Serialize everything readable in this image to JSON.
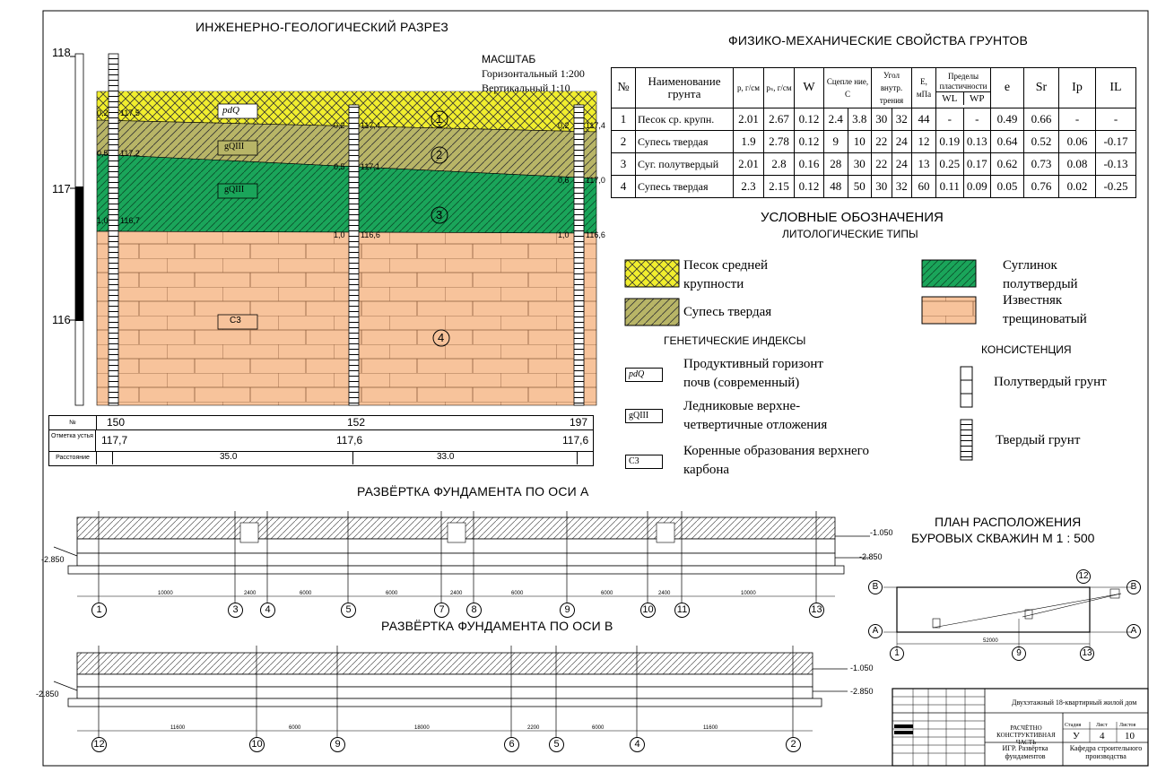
{
  "section": {
    "title": "ИНЖЕНЕРНО-ГЕОЛОГИЧЕСКИЙ РАЗРЕЗ",
    "scale_title": "МАСШТАБ",
    "scale_h": "Горизонтальный 1:200",
    "scale_v": "Вертикальный 1:10",
    "elev_labels": [
      "118",
      "117",
      "116"
    ],
    "boreholes": [
      {
        "id": "150",
        "elev": "117,7",
        "depths": [
          "0,2",
          "0,5",
          "1,0"
        ],
        "marks": [
          "117,5",
          "117,2",
          "116,7"
        ]
      },
      {
        "id": "152",
        "elev": "117,6",
        "depths": [
          "0,2",
          "0,5",
          "1,0"
        ],
        "marks": [
          "117,4",
          "117,1",
          "116,6"
        ]
      },
      {
        "id": "197",
        "elev": "117,6",
        "depths": [
          "0,2",
          "0,6",
          "1,0"
        ],
        "marks": [
          "117,4",
          "117,0",
          "116,6"
        ]
      }
    ],
    "layer_indices": [
      "pdQ",
      "gQIII",
      "gQIII",
      "C3"
    ],
    "layer_numbers": [
      "1",
      "2",
      "3",
      "4"
    ],
    "table_labels": {
      "num": "№",
      "elev": "Отметка устья",
      "dist": "Расстояние"
    },
    "distances": [
      "35.0",
      "33.0"
    ]
  },
  "props": {
    "title": "ФИЗИКО-МЕХАНИЧЕСКИЕ СВОЙСТВА ГРУНТОВ",
    "headers": [
      "№",
      "Наименование грунта",
      "p, г/см",
      "pₛ, г/см",
      "W",
      "Сцепле ние, С",
      "Угол внутр. трения",
      "E, мПа",
      "Пределы пластичности",
      "e",
      "Sr",
      "Ip",
      "IL"
    ],
    "plast_sub": [
      "WL",
      "WP"
    ],
    "rows": [
      [
        "1",
        "Песок ср. крупн.",
        "2.01",
        "2.67",
        "0.12",
        "2.4",
        "3.8",
        "30",
        "32",
        "44",
        "-",
        "-",
        "0.49",
        "0.66",
        "-",
        "-"
      ],
      [
        "2",
        "Супесь твердая",
        "1.9",
        "2.78",
        "0.12",
        "9",
        "10",
        "22",
        "24",
        "12",
        "0.19",
        "0.13",
        "0.64",
        "0.52",
        "0.06",
        "-0.17"
      ],
      [
        "3",
        "Суг. полутвердый",
        "2.01",
        "2.8",
        "0.16",
        "28",
        "30",
        "22",
        "24",
        "13",
        "0.25",
        "0.17",
        "0.62",
        "0.73",
        "0.08",
        "-0.13"
      ],
      [
        "4",
        "Супесь твердая",
        "2.3",
        "2.15",
        "0.12",
        "48",
        "50",
        "30",
        "32",
        "60",
        "0.11",
        "0.09",
        "0.05",
        "0.76",
        "0.02",
        "-0.25"
      ]
    ]
  },
  "legend": {
    "title": "УСЛОВНЫЕ ОБОЗНАЧЕНИЯ",
    "litho_title": "ЛИТОЛОГИЧЕСКИЕ ТИПЫ",
    "litho": [
      {
        "l1": "Песок средней",
        "l2": "крупности"
      },
      {
        "l1": "Супесь твердая",
        "l2": ""
      },
      {
        "l1": "Суглинок",
        "l2": "полутвердый"
      },
      {
        "l1": "Известняк",
        "l2": "трещиноватый"
      }
    ],
    "gen_title": "ГЕНЕТИЧЕСКИЕ ИНДЕКСЫ",
    "gen": [
      {
        "code": "pdQ",
        "l1": "Продуктивный горизонт",
        "l2": "почв (современный)"
      },
      {
        "code": "gQIII",
        "l1": "Ледниковые верхне-",
        "l2": "четвертичные отложения"
      },
      {
        "code": "C3",
        "l1": "Коренные образования верхнего",
        "l2": "карбона"
      }
    ],
    "cons_title": "КОНСИСТЕНЦИЯ",
    "cons": [
      "Полутвердый грунт",
      "Твердый грунт"
    ]
  },
  "colors": {
    "sand": "#f1ee2e",
    "sandy": "#b8b567",
    "loam": "#1aa55a",
    "lime": "#f7c39b"
  },
  "founda": {
    "title": "РАЗВЁРТКА ФУНДАМЕНТА ПО ОСИ  А",
    "axes": [
      "1",
      "3",
      "4",
      "5",
      "7",
      "8",
      "9",
      "10",
      "11",
      "13"
    ],
    "dims": [
      "10000",
      "2400",
      "6000",
      "6000",
      "2400",
      "6000",
      "6000",
      "2400",
      "10000"
    ],
    "lev_left": "-2.850",
    "lev_right_top": "-1.050",
    "lev_right_bot": "-2.850"
  },
  "foundb": {
    "title": "РАЗВЁРТКА ФУНДАМЕНТА ПО ОСИ  В",
    "axes": [
      "12",
      "10",
      "9",
      "6",
      "5",
      "4",
      "2"
    ],
    "dims": [
      "11600",
      "6000",
      "18000",
      "2200",
      "6000",
      "11600"
    ],
    "lev_left": "-2.850",
    "lev_right_top": "-1.050",
    "lev_right_bot": "-2.850"
  },
  "plan": {
    "title1": "ПЛАН РАСПОЛОЖЕНИЯ",
    "title2": "БУРОВЫХ СКВАЖИН М 1 : 500",
    "axis_letters": [
      "B",
      "B",
      "A",
      "A"
    ],
    "axis_nums": [
      "1",
      "9",
      "13",
      "12"
    ],
    "dim": "52000"
  },
  "titleblock": {
    "project": "Двухэтажный 18-квартирный жилой дом",
    "part": "РАСЧЁТНО КОНСТРУКТИВНАЯ ЧАСТЬ",
    "stage_h": "Стадия",
    "sheet_h": "Лист",
    "sheets_h": "Листов",
    "stage": "У",
    "sheet": "4",
    "sheets": "10",
    "drawing": "ИГР. Развёртка фундаментов",
    "dept": "Кафедра строительного производства"
  }
}
